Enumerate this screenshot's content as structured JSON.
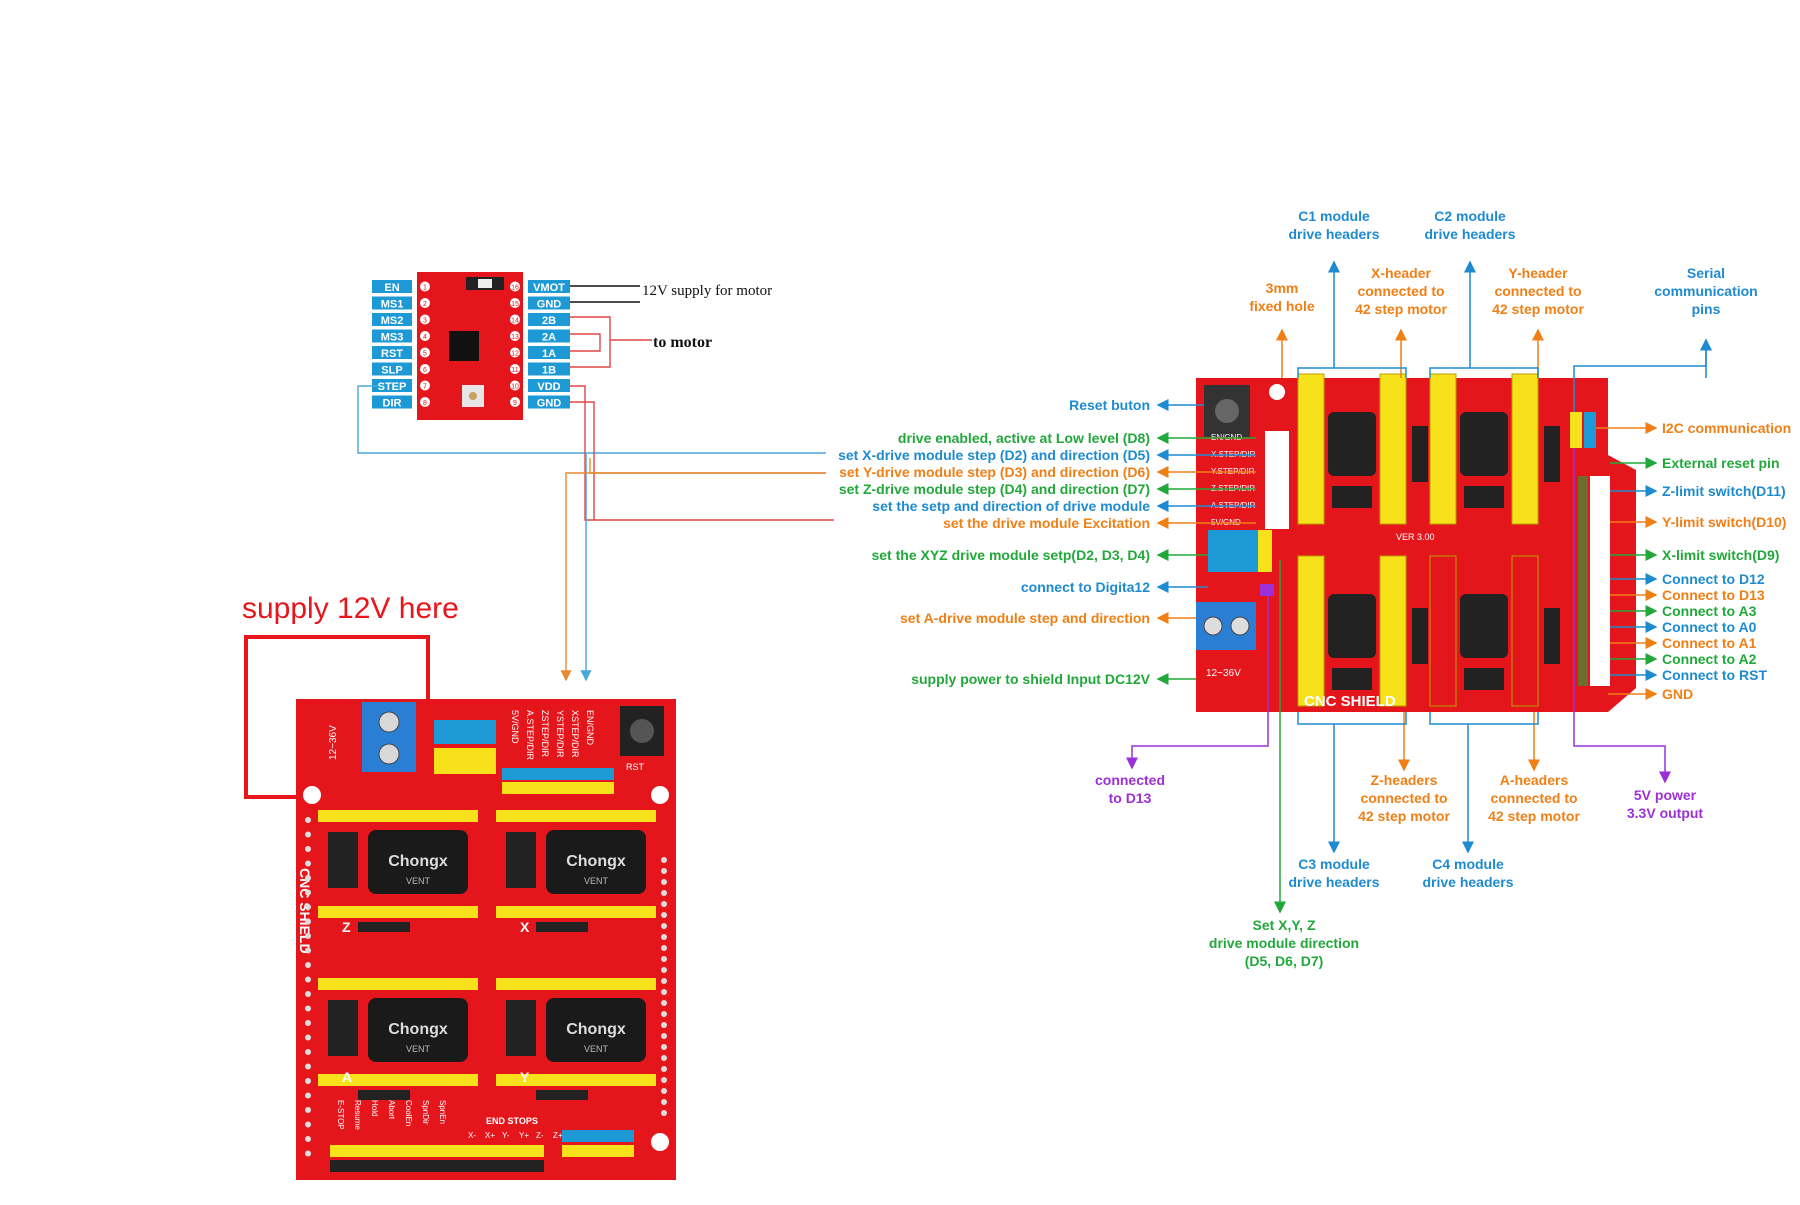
{
  "driver": {
    "left_pins": [
      {
        "label": "EN",
        "num": "1"
      },
      {
        "label": "MS1",
        "num": "2"
      },
      {
        "label": "MS2",
        "num": "3"
      },
      {
        "label": "MS3",
        "num": "4"
      },
      {
        "label": "RST",
        "num": "5"
      },
      {
        "label": "SLP",
        "num": "6"
      },
      {
        "label": "STEP",
        "num": "7"
      },
      {
        "label": "DIR",
        "num": "8"
      }
    ],
    "right_pins": [
      {
        "label": "VMOT",
        "num": "16"
      },
      {
        "label": "GND",
        "num": "15"
      },
      {
        "label": "2B",
        "num": "14"
      },
      {
        "label": "2A",
        "num": "13"
      },
      {
        "label": "1A",
        "num": "12"
      },
      {
        "label": "1B",
        "num": "11"
      },
      {
        "label": "VDD",
        "num": "10"
      },
      {
        "label": "GND",
        "num": "9"
      }
    ],
    "supply_note": "12V supply for motor",
    "motor_note": "to motor"
  },
  "supply_label": "supply 12V here",
  "left_board": {
    "terminal_label": "12~36V",
    "name": "CNC SHIELD",
    "axis_x": "X",
    "axis_y": "Y",
    "axis_z": "Z",
    "axis_a": "A",
    "rst": "RST",
    "cap_brand": "Chongx",
    "cap_vent": "VENT",
    "pin_labels": [
      "EN/GND",
      "XSTEP/DIR",
      "YSTEP/DIR",
      "ZSTEP/DIR",
      "A.STEP/DIR",
      "5V/GND"
    ],
    "bottom_labels": [
      "E-STOP",
      "Resume",
      "Hold",
      "Abort",
      "CoolEn",
      "SpnDir",
      "SpnEn"
    ],
    "end_stops": "END STOPS",
    "end_stop_axes": [
      "X-",
      "X+",
      "Y-",
      "Y+",
      "Z-",
      "Z+"
    ]
  },
  "right_board": {
    "name": "CNC SHIELD",
    "version": "VER 3.00",
    "terminal_label": "12~36V",
    "left_pin_labels": [
      "EN/GND",
      "X.STEP/DIR",
      "Y.STEP/DIR",
      "Z.STEP/DIR",
      "A.STEP/DIR",
      "5V/GND"
    ]
  },
  "callouts": {
    "top": [
      {
        "text": [
          "C1 module",
          "drive headers"
        ],
        "color": "#1e8bd0"
      },
      {
        "text": [
          "C2 module",
          "drive headers"
        ],
        "color": "#1e8bd0"
      },
      {
        "text": [
          "3mm",
          "fixed hole"
        ],
        "color": "#f07f16"
      },
      {
        "text": [
          "X-header",
          "connected to",
          "42 step motor"
        ],
        "color": "#f07f16"
      },
      {
        "text": [
          "Y-header",
          "connected to",
          "42 step motor"
        ],
        "color": "#f07f16"
      },
      {
        "text": [
          "Serial",
          "communication",
          "pins"
        ],
        "color": "#1e8bd0"
      }
    ],
    "left": [
      {
        "text": "Reset buton",
        "color": "#1e8bd0"
      },
      {
        "text": "drive enabled, active at Low level (D8)",
        "color": "#22a83a"
      },
      {
        "text": "set X-drive module step (D2) and direction (D5)",
        "color": "#1e8bd0"
      },
      {
        "text": "set Y-drive module step (D3) and direction (D6)",
        "color": "#f07f16"
      },
      {
        "text": "set Z-drive module step (D4) and direction (D7)",
        "color": "#22a83a"
      },
      {
        "text": "set the setp and direction of drive module",
        "color": "#1e8bd0"
      },
      {
        "text": "set the drive module Excitation",
        "color": "#f07f16"
      },
      {
        "text": "set the XYZ drive module setp(D2, D3, D4)",
        "color": "#22a83a"
      },
      {
        "text": "connect to Digita12",
        "color": "#1e8bd0"
      },
      {
        "text": "set A-drive module step and direction",
        "color": "#f07f16"
      },
      {
        "text": "supply power to shield Input DC12V",
        "color": "#22a83a"
      }
    ],
    "right": [
      {
        "text": "I2C communication",
        "color": "#f07f16"
      },
      {
        "text": "External reset pin",
        "color": "#22a83a"
      },
      {
        "text": "Z-limit switch(D11)",
        "color": "#1e8bd0"
      },
      {
        "text": "Y-limit switch(D10)",
        "color": "#f07f16"
      },
      {
        "text": "X-limit switch(D9)",
        "color": "#22a83a"
      },
      {
        "text": "Connect to D12",
        "color": "#1e8bd0"
      },
      {
        "text": "Connect to D13",
        "color": "#f07f16"
      },
      {
        "text": "Connect to A3",
        "color": "#22a83a"
      },
      {
        "text": "Connect to A0",
        "color": "#1e8bd0"
      },
      {
        "text": "Connect to A1",
        "color": "#f07f16"
      },
      {
        "text": "Connect to A2",
        "color": "#22a83a"
      },
      {
        "text": "Connect to RST",
        "color": "#1e8bd0"
      },
      {
        "text": "GND",
        "color": "#f07f16"
      }
    ],
    "bottom": [
      {
        "text": [
          "connected",
          "to D13"
        ],
        "color": "#9b30d9"
      },
      {
        "text": [
          "Z-headers",
          "connected to",
          "42 step motor"
        ],
        "color": "#f07f16"
      },
      {
        "text": [
          "A-headers",
          "connected to",
          "42 step motor"
        ],
        "color": "#f07f16"
      },
      {
        "text": [
          "5V  power",
          "3.3V  output"
        ],
        "color": "#9b30d9"
      },
      {
        "text": [
          "C3 module",
          "drive headers"
        ],
        "color": "#1e8bd0"
      },
      {
        "text": [
          "C4 module",
          "drive headers"
        ],
        "color": "#1e8bd0"
      },
      {
        "text": [
          "Set X,Y, Z",
          "drive module direction",
          "(D5, D6, D7)"
        ],
        "color": "#22a83a"
      }
    ]
  },
  "colors": {
    "board_red": "#e4161c",
    "pin_blue": "#1d9ad6",
    "header_yellow": "#f7e11b",
    "terminal_blue": "#2a7fd4",
    "supply_box": "#e8161b",
    "wire_blue": "#4aa8d8",
    "wire_orange": "#e88a32",
    "wire_red": "#e04646"
  }
}
